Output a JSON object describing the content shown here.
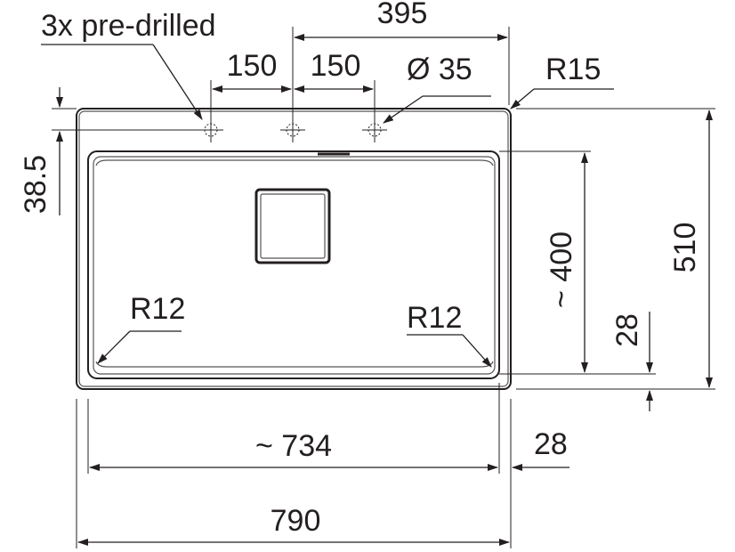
{
  "diagram": {
    "labels": {
      "pre_drilled": "3x pre-drilled",
      "dim_395": "395",
      "dim_150_left": "150",
      "dim_150_right": "150",
      "dim_diameter": "Ø 35",
      "dim_r15": "R15",
      "dim_38_5": "38.5",
      "dim_r12_left": "R12",
      "dim_r12_right": "R12",
      "dim_400": "~ 400",
      "dim_510": "510",
      "dim_28_vertical": "28",
      "dim_734": "~ 734",
      "dim_28_horizontal": "28",
      "dim_790": "790"
    },
    "colors": {
      "ink": "#231f20",
      "background": "#ffffff"
    }
  }
}
